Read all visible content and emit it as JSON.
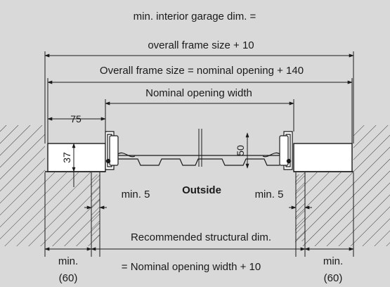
{
  "labels": {
    "top_line1": "min. interior garage dim. =",
    "top_line2": "overall frame size + 10",
    "overall_frame": "Overall frame size = nominal opening + 140",
    "nominal_opening": "Nominal opening width",
    "dim_75": "75",
    "dim_37": "37",
    "dim_50": "50",
    "outside": "Outside",
    "min5_left": "min. 5",
    "min5_right": "min. 5",
    "recommended": "Recommended structural dim.",
    "nominal_plus": "= Nominal opening width + 10",
    "min_left": "min.",
    "min_left_val": "(60)",
    "min_right": "min.",
    "min_right_val": "(60)"
  },
  "colors": {
    "background": "#d9d9d9",
    "frame_fill": "#ffffff",
    "line": "#1a1a1a",
    "hatch": "#2a2a2a"
  }
}
